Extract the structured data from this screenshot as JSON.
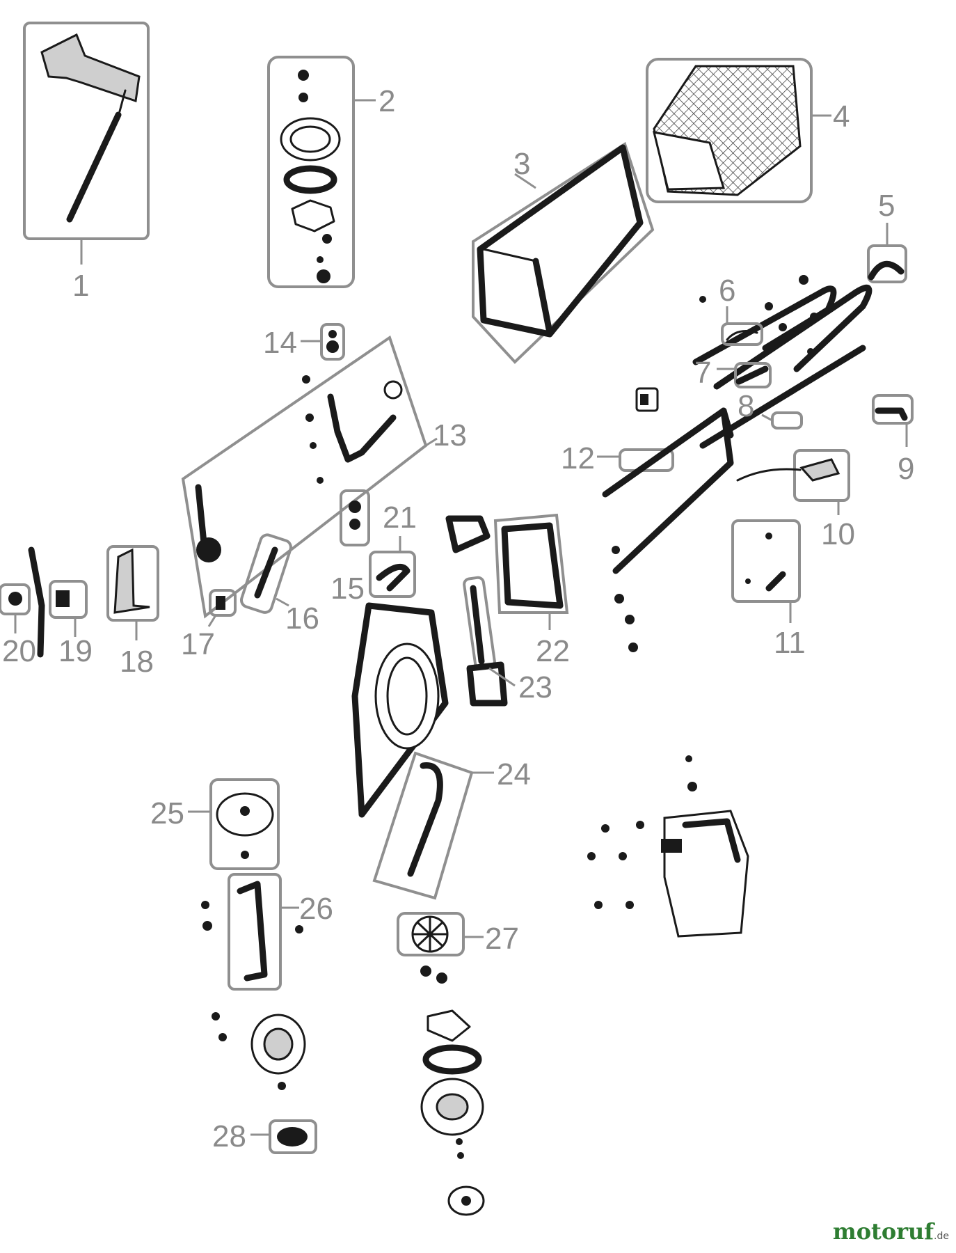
{
  "labels": {
    "p1": "1",
    "p2": "2",
    "p3": "3",
    "p4": "4",
    "p5": "5",
    "p6": "6",
    "p7": "7",
    "p8": "8",
    "p9": "9",
    "p10": "10",
    "p11": "11",
    "p12": "12",
    "p13": "13",
    "p14": "14",
    "p15": "15",
    "p16": "16",
    "p17": "17",
    "p18": "18",
    "p19": "19",
    "p20": "20",
    "p21": "21",
    "p22": "22",
    "p23": "23",
    "p24": "24",
    "p25": "25",
    "p26": "26",
    "p27": "27",
    "p28": "28"
  },
  "watermark": {
    "brand": "motoruf",
    "tld": ".de"
  }
}
